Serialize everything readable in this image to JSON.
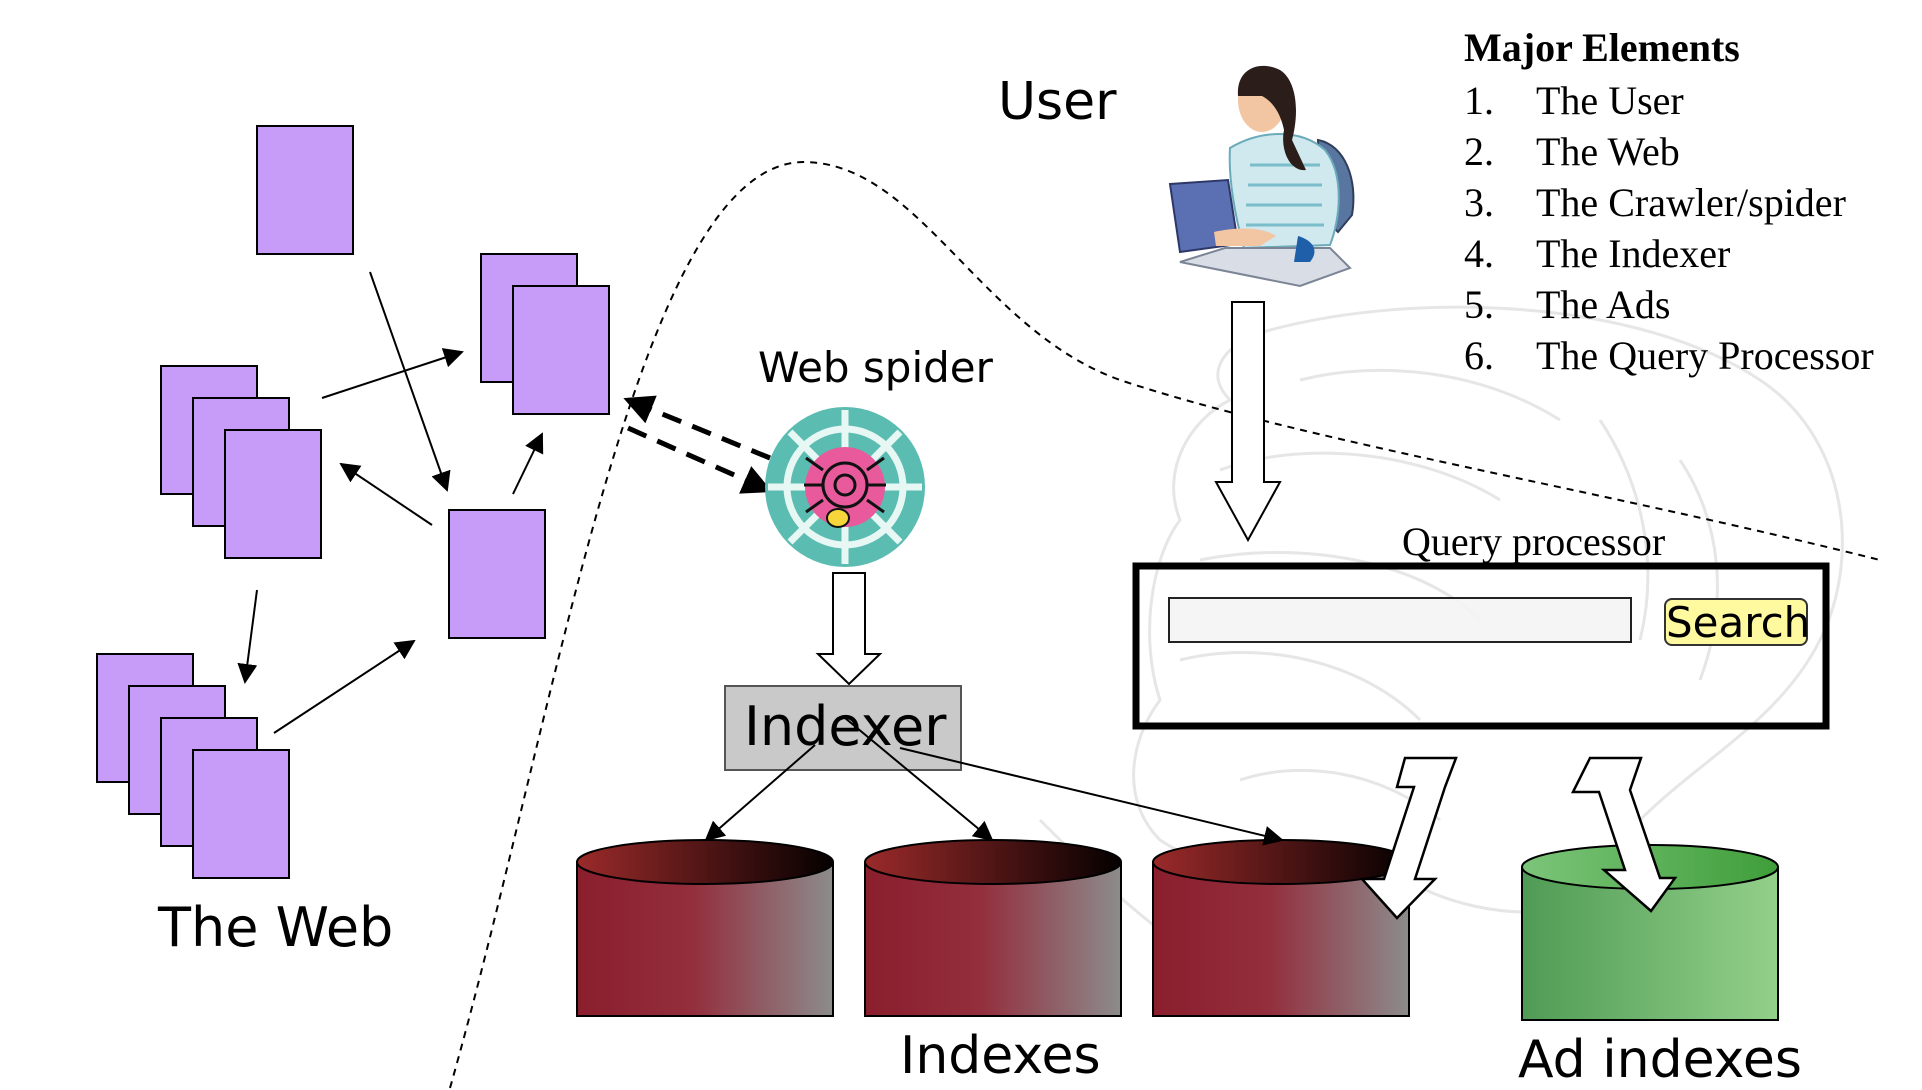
{
  "labels": {
    "user": "User",
    "web_spider": "Web spider",
    "the_web": "The Web",
    "indexer": "Indexer",
    "indexes": "Indexes",
    "ad_indexes": "Ad indexes",
    "query_processor": "Query processor"
  },
  "search": {
    "button_label": "Search",
    "input_value": ""
  },
  "major_elements": {
    "heading": "Major Elements",
    "items": [
      {
        "num": "1.",
        "text": "The User"
      },
      {
        "num": "2.",
        "text": "The Web"
      },
      {
        "num": "3.",
        "text": "The Crawler/spider"
      },
      {
        "num": "4.",
        "text": "The Indexer"
      },
      {
        "num": "5.",
        "text": "The Ads"
      },
      {
        "num": "6.",
        "text": "The Query Processor"
      }
    ]
  },
  "colors": {
    "page_fill": "#c79cf8",
    "index_db_dark": "#8a1e2c",
    "index_db_light": "#8c8c8c",
    "ad_db_dark": "#3f9e3a",
    "ad_db_light": "#93d08a",
    "search_button": "#fff9a0",
    "indexer_box": "#c9c9c9"
  }
}
